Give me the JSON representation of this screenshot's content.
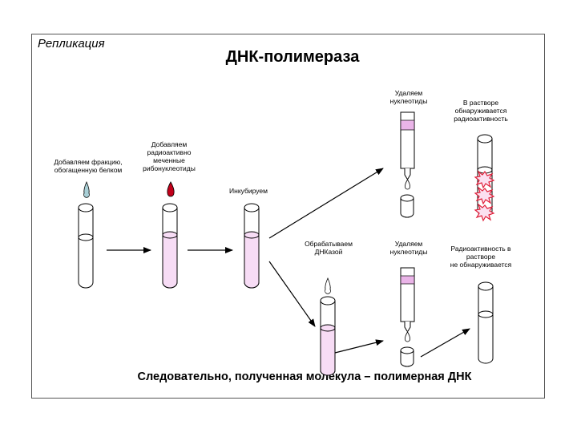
{
  "header": {
    "tag": "Репликация",
    "title": "ДНК-полимераза"
  },
  "labels": {
    "add_fraction": "Добавляем фракцию,\nобогащенную белком",
    "add_radioactive": "Добавляем\nрадиоактивно\nмеченные\nрибонуклеотиды",
    "incubate": "Инкубируем",
    "remove_nucleotides_top": "Удаляем\nнуклеотиды",
    "radioactivity_found": "В растворе\nобнаруживается\nрадиоактивность",
    "treat_dnase": "Обрабатываем\nДНКазой",
    "remove_nucleotides_bottom": "Удаляем\nнуклеотиды",
    "radioactivity_absent": "Радиоактивность в\nрастворе\nне обнаруживается"
  },
  "conclusion": "Следовательно, полученная молекула – полимерная ДНК",
  "colors": {
    "pink_liquid": "#f7dcf5",
    "pink_band": "#eab4e8",
    "drop_blue": "#a9cfd6",
    "drop_red": "#c2001a",
    "burst_red": "#e0203a",
    "burst_fill": "#fbe0f0",
    "arrow": "#000000"
  }
}
